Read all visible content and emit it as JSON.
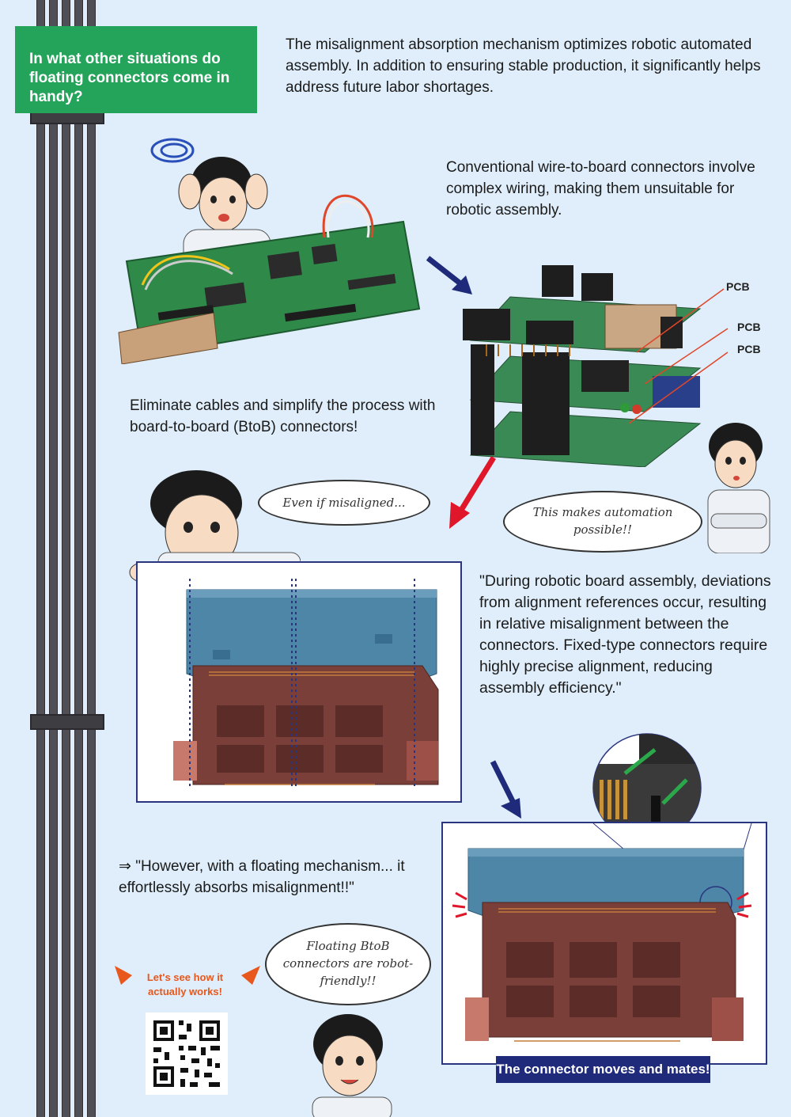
{
  "header": {
    "question": "In what other situations do floating connectors come in handy?"
  },
  "intro_text": "The misalignment absorption mechanism optimizes robotic automated assembly. In addition to ensuring stable production, it significantly helps address future labor shortages.",
  "conventional_text": "Conventional wire-to-board connectors involve complex wiring, making them unsuitable for robotic assembly.",
  "pcb_labels": [
    "PCB",
    "PCB",
    "PCB"
  ],
  "eliminate_text": "Eliminate cables and simplify the process with board-to-board (BtoB) connectors!",
  "bubbles": {
    "misaligned": "Even if misaligned...",
    "automation": "This makes automation possible!!",
    "robot_friendly": "Floating BtoB connectors are robot-friendly!!"
  },
  "quote_text": "\"During robotic board assembly, deviations from alignment references occur, resulting in relative misalignment between the connectors. Fixed-type connectors require highly precise alignment, reducing assembly efficiency.\"",
  "floating_text": "⇒ \"However, with a floating mechanism... it effortlessly absorbs misalignment!!\"",
  "cta": {
    "lets_see": "Let's see how it actually works!"
  },
  "caption": "The connector moves and mates!",
  "colors": {
    "background": "#dfeefa",
    "header_green": "#24a35a",
    "navy": "#1f2a7a",
    "arrow_red": "#e0162b",
    "accent_orange": "#e8571c",
    "connector_brown": "#7a3f38",
    "connector_blue": "#4e86a8"
  }
}
